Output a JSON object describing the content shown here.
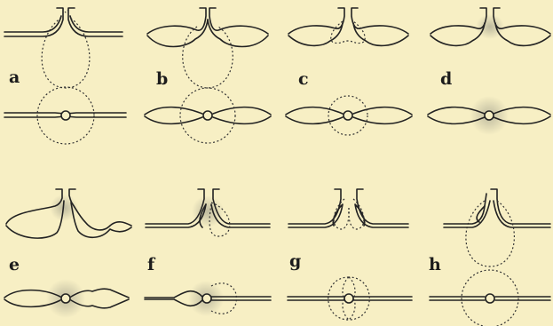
{
  "figure": {
    "panels": [
      {
        "id": "a",
        "label": "a"
      },
      {
        "id": "b",
        "label": "b"
      },
      {
        "id": "c",
        "label": "c"
      },
      {
        "id": "d",
        "label": "d"
      },
      {
        "id": "e",
        "label": "e"
      },
      {
        "id": "f",
        "label": "f"
      },
      {
        "id": "g",
        "label": "g"
      },
      {
        "id": "h",
        "label": "h"
      }
    ],
    "colors": {
      "background": "#f7efc4",
      "ink": "#222222",
      "stipple": "#9a9a8a"
    }
  }
}
